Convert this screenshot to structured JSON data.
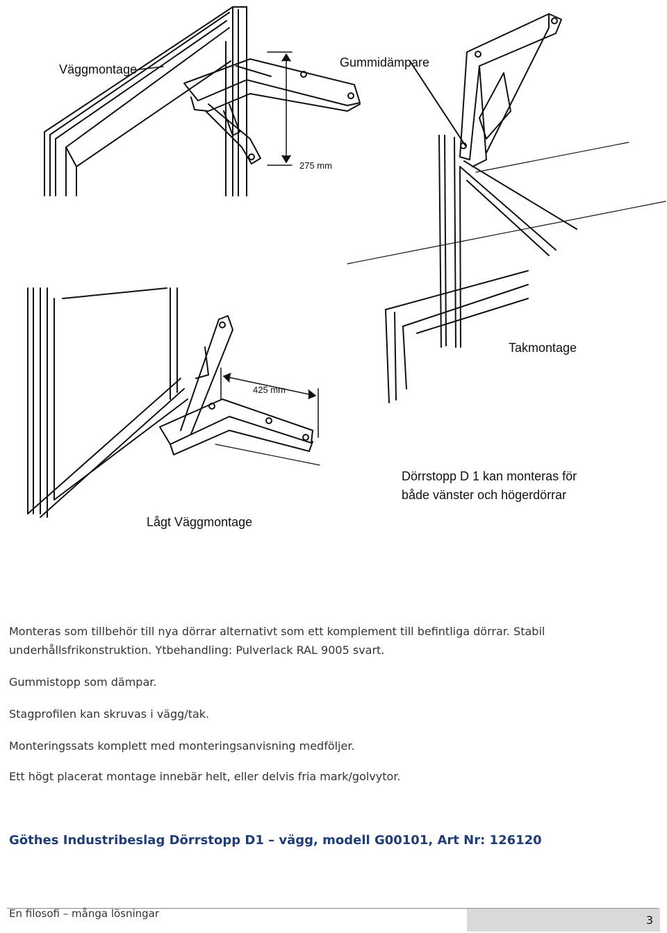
{
  "diagram": {
    "labels": {
      "wall_mount": "Väggmontage",
      "rubber_damper": "Gummidämpare",
      "ceiling_mount": "Takmontage",
      "low_wall_mount": "Lågt Väggmontage",
      "dim_275": "275 mm",
      "dim_425": "425 mm",
      "note_line1": "Dörrstopp D 1 kan monteras för",
      "note_line2": "både vänster och högerdörrar"
    }
  },
  "description": {
    "line1": "Monteras som tillbehör till nya dörrar alternativt som ett komplement till befintliga dörrar. Stabil",
    "line2": "underhållsfrikonstruktion. Ytbehandling: Pulverlack RAL 9005 svart.",
    "line3": "Gummistopp som dämpar.",
    "line4": "Stagprofilen kan skruvas i vägg/tak.",
    "line5": "Monteringssats komplett med monteringsanvisning medföljer.",
    "line6": "Ett högt placerat montage innebär helt, eller delvis fria mark/golvytor."
  },
  "product_title": "Göthes Industribeslag Dörrstopp D1 – vägg, modell G00101, Art Nr: 126120",
  "footer": {
    "tagline": "En filosofi – många lösningar",
    "page_number": "3"
  }
}
